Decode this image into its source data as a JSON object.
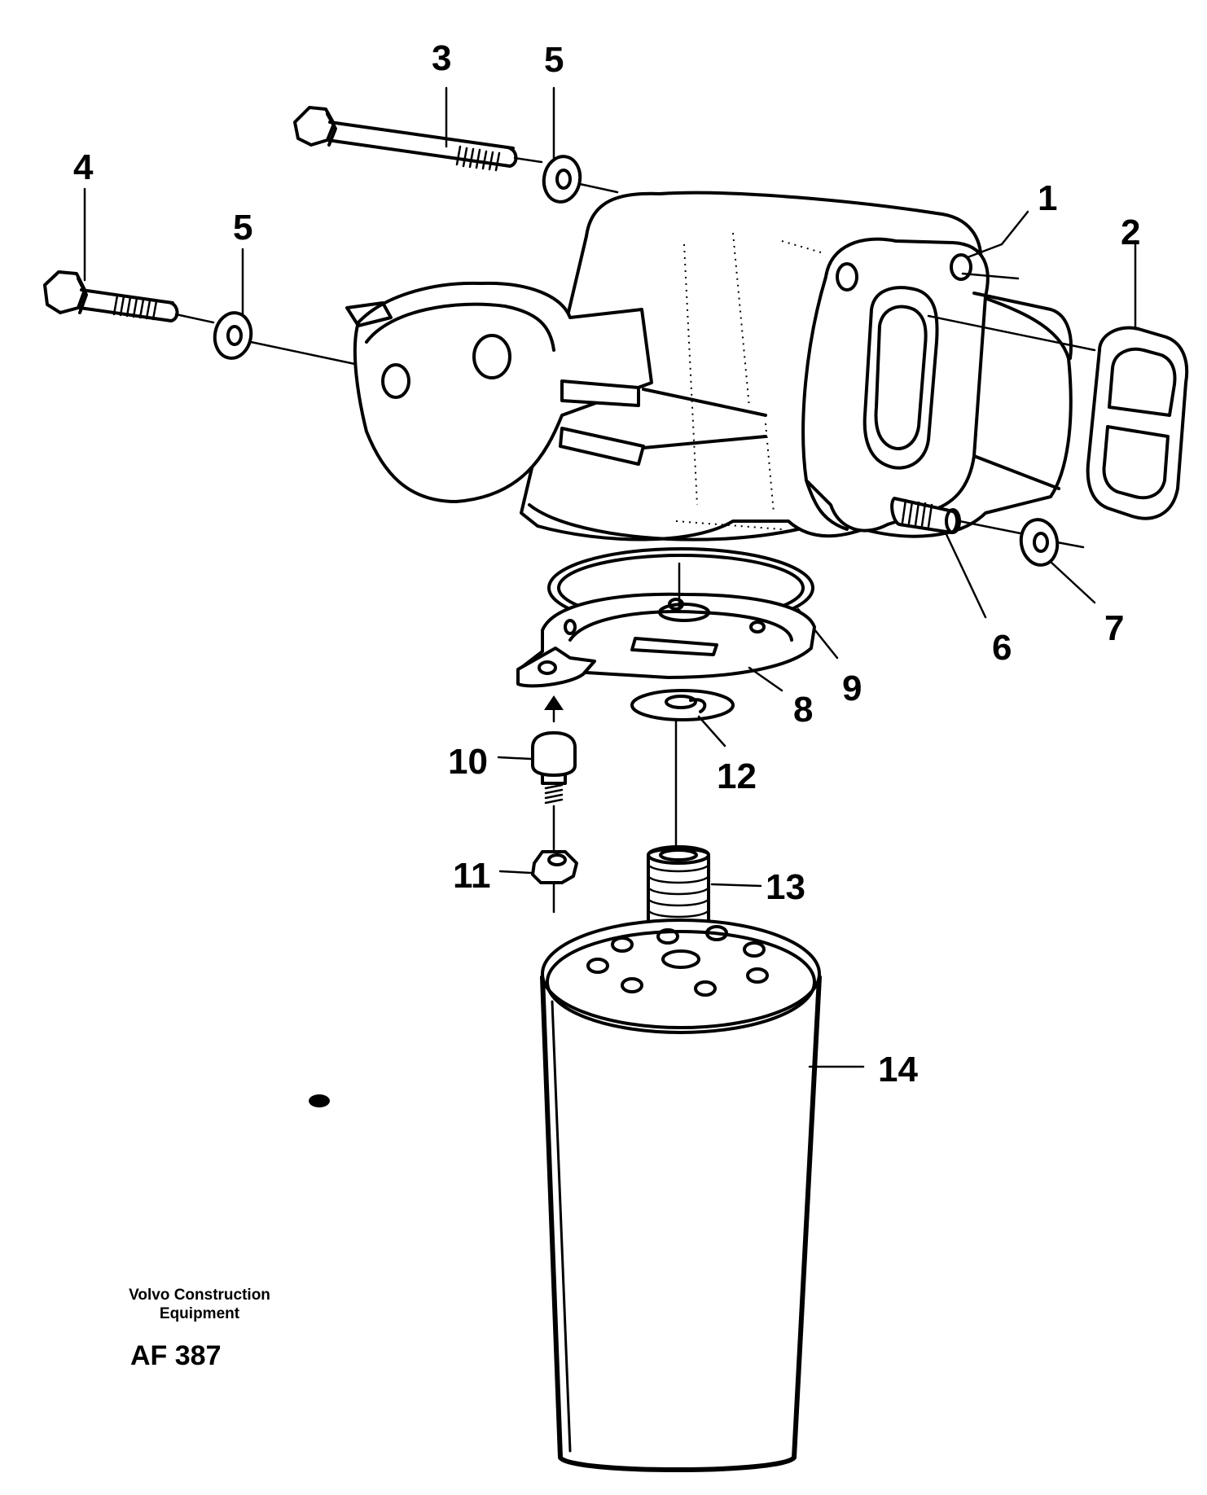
{
  "labels": {
    "p1": "1",
    "p2": "2",
    "p3": "3",
    "p4": "4",
    "p5a": "5",
    "p5b": "5",
    "p6": "6",
    "p7": "7",
    "p8": "8",
    "p9": "9",
    "p10": "10",
    "p11": "11",
    "p12": "12",
    "p13": "13",
    "p14": "14"
  },
  "footer": {
    "maker_line1": "Volvo Construction",
    "maker_line2": "Equipment",
    "figure_id": "AF 387"
  }
}
